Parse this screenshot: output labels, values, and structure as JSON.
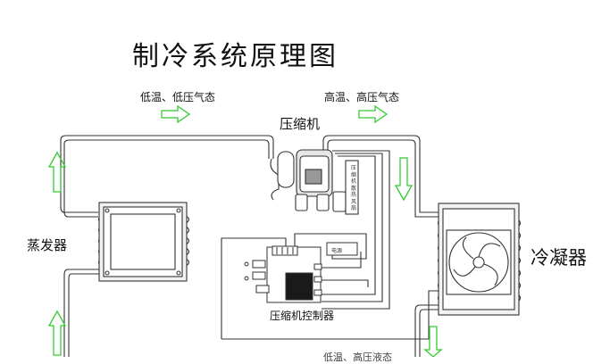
{
  "title": "制冷系统原理图",
  "labels": {
    "low_temp_low_pressure": "低温、低压气态",
    "high_temp_high_pressure": "高温、高压气态",
    "compressor": "压缩机",
    "evaporator": "蒸发器",
    "condenser": "冷凝器",
    "compressor_controller": "压缩机控制器",
    "bottom_partial": "低温、高压液态"
  },
  "small_text": {
    "controller_tag": "电源",
    "vertical_note": "压缩机散热风扇"
  },
  "colors": {
    "arrow_green": "#33cc33",
    "line": "#333333",
    "fill": "#ffffff"
  },
  "icons": [
    "flow-arrow-icon",
    "fan-icon",
    "compressor-icon",
    "chip-icon"
  ]
}
